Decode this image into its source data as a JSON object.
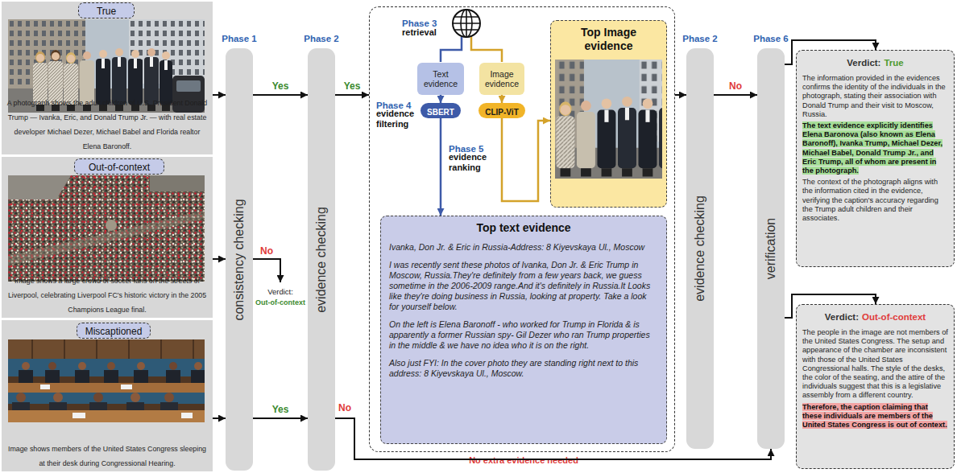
{
  "diagram": {
    "nodes": [
      {
        "text": [
          "A photograph shows the adult children of U.S. President Donald Trump — Ivanka, Eric, and Donald Trump Jr. — with real estate developer Michael Dezer, Michael Babel and Florida realtor Elena Baronoff."
        ]
      },
      {
        "text": [
          "True"
        ],
        "in": 0
      },
      {
        "text": [
          "Image shows a large crowd of soccer fans on the streets of Liverpool, celebrating Liverpool FC's historic victory in the 2005 Champions League final."
        ]
      },
      {
        "text": [
          "Out-of-context"
        ],
        "in": 2
      },
      {
        "text": [
          "Image shows members of the United States Congress sleeping at their desk during Congressional Hearing."
        ]
      },
      {
        "text": [
          "Miscaptioned"
        ],
        "in": 4
      },
      {
        "text": [
          "Phase 1",
          "consistency checking"
        ]
      },
      {
        "text": [
          "Phase 2",
          "evidence checking"
        ]
      },
      {
        "text": [
          "Phase 3",
          "retrieval",
          "Phase 4",
          "evidence filtering",
          "Phase 5",
          "evidence ranking"
        ]
      },
      {
        "text": [
          "Text evidence"
        ],
        "in": 8
      },
      {
        "text": [
          "Image evidence"
        ],
        "in": 8
      },
      {
        "text": [
          "SBERT"
        ],
        "in": 8
      },
      {
        "text": [
          "CLIP-ViT"
        ],
        "in": 8
      },
      {
        "text": [
          "Top Image evidence"
        ],
        "in": 8
      },
      {
        "text": [
          "Top text evidence",
          "Ivanka, Don Jr. & Eric in Russia-Address: 8 Kiyevskaya Ul., Moscow",
          "I was recently sent these photos of Ivanka, Don Jr. & Eric Trump in Moscow, Russia.They're definitely from a few years back, we guess sometime in the 2006-2009 range.And it's definitely in Russia.It Looks like they're doing business in Russia, looking at property. Take a look for yourself below.",
          "On the left is Elena Baronoff - who worked for Trump in Florida & is apparently a former Russian spy- Gil Dezer who ran Trump properties in the middle & we have no idea who it is on the right.",
          "Also just FYI: In the cover photo they are standing right next to this address: 8 Kiyevskaya Ul., Moscow."
        ],
        "in": 8
      },
      {
        "text": [
          "Phase 2",
          "evidence checking"
        ]
      },
      {
        "text": [
          "Phase 6",
          "verification"
        ]
      },
      {
        "text": [
          "Verdict:",
          "True",
          "The information provided in the evidences confirms the identity of the individuals in the photograph, stating their association with Donald Trump and their visit to Moscow, Russia.",
          "The text evidence explicitly identifies Elena Baronova (also known as Elena Baronoff), Ivanka Trump, Michael Dezer, Michael Babel, Donald Trump Jr., and Eric Trump, all of whom are present in the photograph.",
          "The context of the photograph aligns with the information cited in the evidence, verifying the caption's accuracy regarding the Trump adult children and their associates."
        ]
      },
      {
        "text": [
          "Verdict:",
          "Out-of-context",
          "The people in the image are not members of the United States Congress. The setup and appearance of the chamber are inconsistent with those of the United States Congressional halls. The style of the desks, the color of the seating, and the attire of the individuals suggest that this is a legislative assembly from a different country.",
          "Therefore, the caption claiming that these individuals are members of the United States Congress is out of context."
        ]
      }
    ],
    "edges": [
      {
        "from": 0,
        "to": 6,
        "arrow": "to"
      },
      {
        "from": 2,
        "to": 6,
        "arrow": "to"
      },
      {
        "from": 4,
        "to": 6,
        "arrow": "to"
      },
      {
        "from": 6,
        "to": 7,
        "label": "Yes",
        "arrow": "to"
      },
      {
        "from": 6,
        "to": 7,
        "label": "Yes",
        "arrow": "to"
      },
      {
        "from": 7,
        "to": 8,
        "label": "Yes",
        "arrow": "to"
      },
      {
        "from": 7,
        "to": 16,
        "label": "No",
        "arrow": "to"
      },
      {
        "from": 8,
        "to": 15,
        "arrow": "to"
      },
      {
        "from": 15,
        "to": 16,
        "label": "No",
        "arrow": "to"
      },
      {
        "from": 16,
        "to": 17,
        "arrow": "to"
      },
      {
        "from": 16,
        "to": 18,
        "arrow": "to"
      },
      {
        "from": 9,
        "to": 11,
        "arrow": "to"
      },
      {
        "from": 10,
        "to": 12,
        "arrow": "to"
      },
      {
        "from": 11,
        "to": 14,
        "arrow": "to"
      },
      {
        "from": 12,
        "to": 13,
        "arrow": "to"
      }
    ],
    "labels": [
      "No",
      "Verdict:",
      "Out-of-context",
      "No extra evidence needed"
    ]
  }
}
